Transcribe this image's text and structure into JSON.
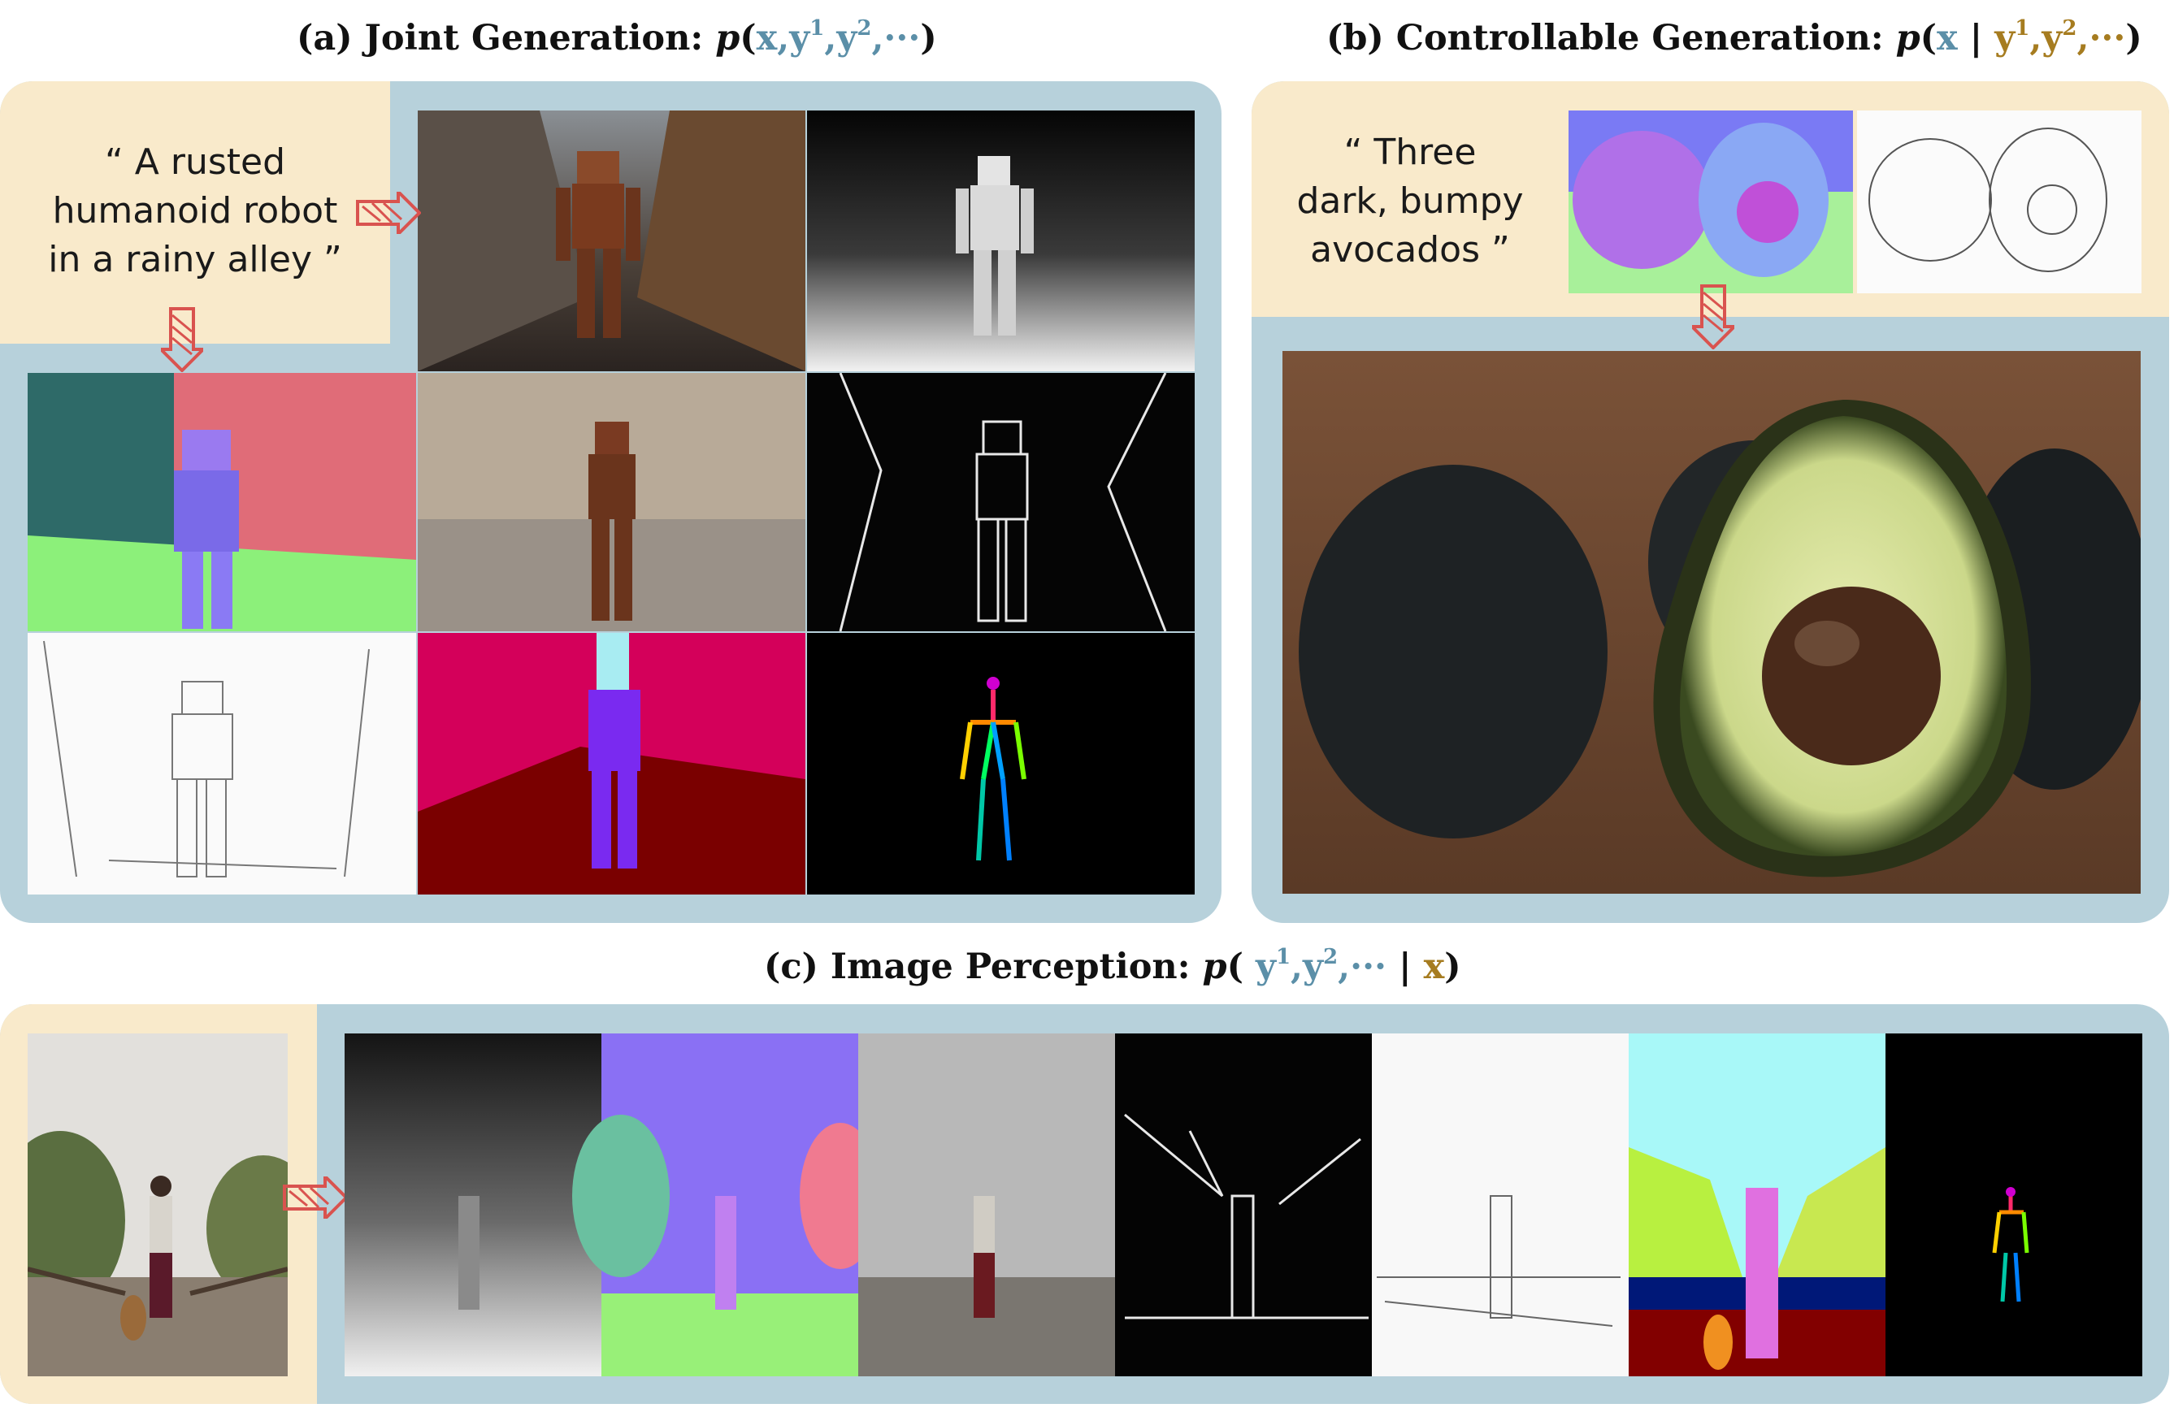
{
  "panel_a": {
    "label": "(a) Joint Generation:",
    "p": "p",
    "open": "(",
    "x": "x",
    "sep1": ",",
    "y1": "y",
    "y1_sup": "1",
    "sep2": ",",
    "y2": "y",
    "y2_sup": "2",
    "sep3": ",",
    "dots": "···",
    "close": ")",
    "prompt": "“ A rusted\nhumanoid robot\nin a rainy alley ”"
  },
  "panel_b": {
    "label": "(b) Controllable Generation:",
    "p": "p",
    "open": "(",
    "x": "x",
    "bar": "|",
    "y1": "y",
    "y1_sup": "1",
    "sep2": ",",
    "y2": "y",
    "y2_sup": "2",
    "sep3": ",",
    "dots": "···",
    "close": ")",
    "prompt": "“ Three\ndark, bumpy\navocados ”"
  },
  "panel_c": {
    "label": "(c) Image Perception:",
    "p": "p",
    "open": "(",
    "y1": "y",
    "y1_sup": "1",
    "sep1": ",",
    "y2": "y",
    "y2_sup": "2",
    "sep2": ",",
    "dots": "···",
    "bar": "|",
    "x": "x",
    "close": ")"
  },
  "colors": {
    "blue_panel": "#b7d1db",
    "cream_panel": "#f9eacb",
    "teal_text": "#5b8fa8",
    "ochre_text": "#a67c20",
    "arrow_red": "#d9534f"
  }
}
